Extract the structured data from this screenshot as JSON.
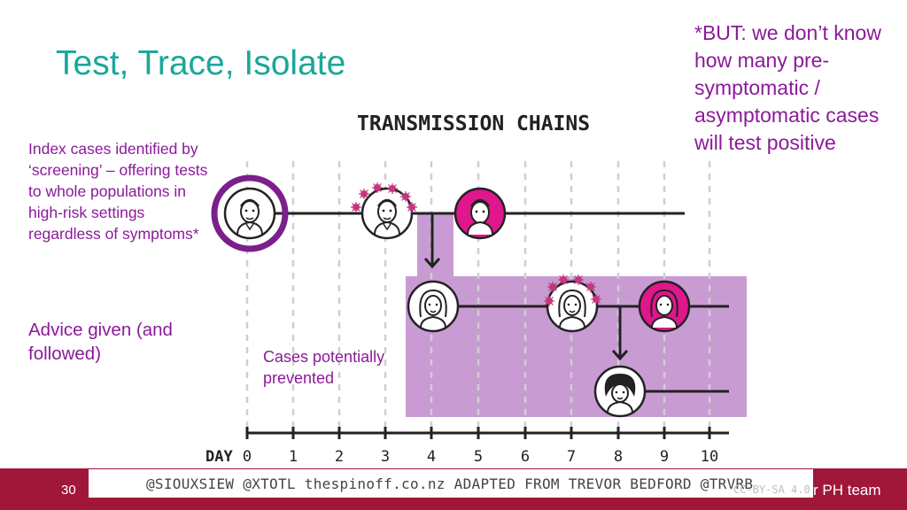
{
  "title": "Test, Trace, Isolate",
  "diagram_title": "TRANSMISSION CHAINS",
  "top_note": "*BUT: we don’t know how many pre-symptomatic / asymptomatic cases will test positive",
  "index_note": "Index cases identified by ‘screening’ – offering tests to whole populations in high-risk settings regardless of symptoms*",
  "advice_note": "Advice given (and followed)",
  "prevented_label": "Cases potentially prevented",
  "axis": {
    "label": "DAY",
    "ticks": [
      "0",
      "1",
      "2",
      "3",
      "4",
      "5",
      "6",
      "7",
      "8",
      "9",
      "10"
    ]
  },
  "footer": {
    "slide_number": "30",
    "credit": "@SIOUXSIEW @XTOTL thespinoff.co.nz ADAPTED FROM TREVOR BEDFORD @TRVRB",
    "license": "CC-BY-SA 4.0",
    "team": "r PH team"
  },
  "colors": {
    "title": "#1aa79a",
    "note_text": "#8b1a9a",
    "highlight_box": "#c99bd3",
    "index_ring": "#7a1f8c",
    "infected_face": "#e0168c",
    "virus": "#c2397f",
    "footer": "#a0173a"
  }
}
